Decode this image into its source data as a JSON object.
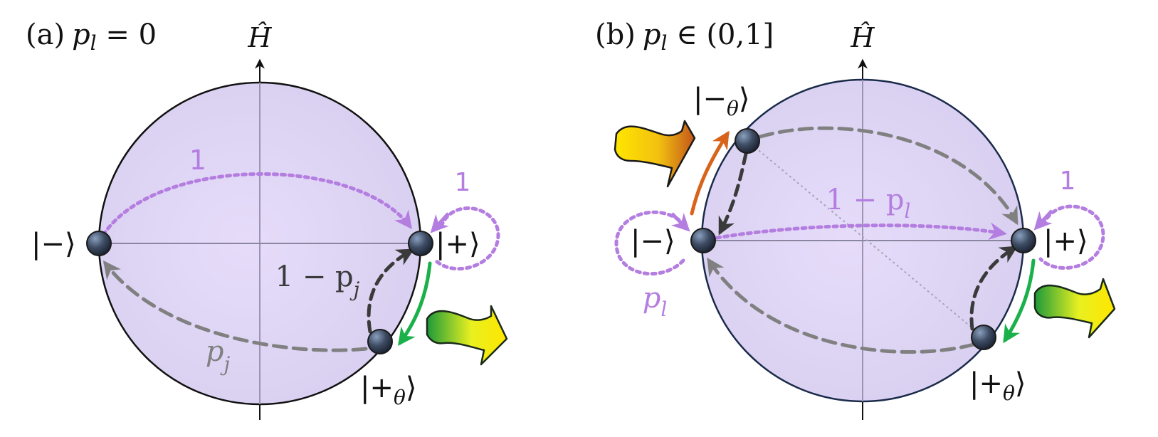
{
  "panels": [
    {
      "tag": "(a)",
      "condition_var": "p",
      "condition_sub": "l",
      "condition_rest": " = 0",
      "axis_label": "Ĥ",
      "states": {
        "minus": "|−⟩",
        "plus": "|+⟩",
        "plus_theta_main": "|+",
        "plus_theta_sub": "θ",
        "plus_theta_close": "⟩"
      },
      "labels": {
        "top_arc": "1",
        "self_loop": "1",
        "return_main": "1 − p",
        "return_sub": "j",
        "bottom_main": "p",
        "bottom_sub": "j"
      }
    },
    {
      "tag": "(b)",
      "condition_var": "p",
      "condition_sub": "l",
      "condition_rest": " ∈ (0,1]",
      "axis_label": "Ĥ",
      "states": {
        "minus_theta_main": "|−",
        "minus_theta_sub": "θ",
        "minus_theta_close": "⟩",
        "minus": "|−⟩",
        "plus": "|+⟩",
        "plus_theta_main": "|+",
        "plus_theta_sub": "θ",
        "plus_theta_close": "⟩"
      },
      "labels": {
        "middle_main": "1 − p",
        "middle_sub": "l",
        "self_loop_plus": "1",
        "self_loop_minus_main": "p",
        "self_loop_minus_sub": "l"
      }
    }
  ],
  "colors": {
    "sphere_fill": "#e4dcf6",
    "sphere_stroke": "#1a1a2e",
    "purple": "#b47ee0",
    "gray": "#808080",
    "dark": "#404040",
    "green": "#1ab04a",
    "orange": "#d8641c",
    "bead": "#3c4a60"
  }
}
